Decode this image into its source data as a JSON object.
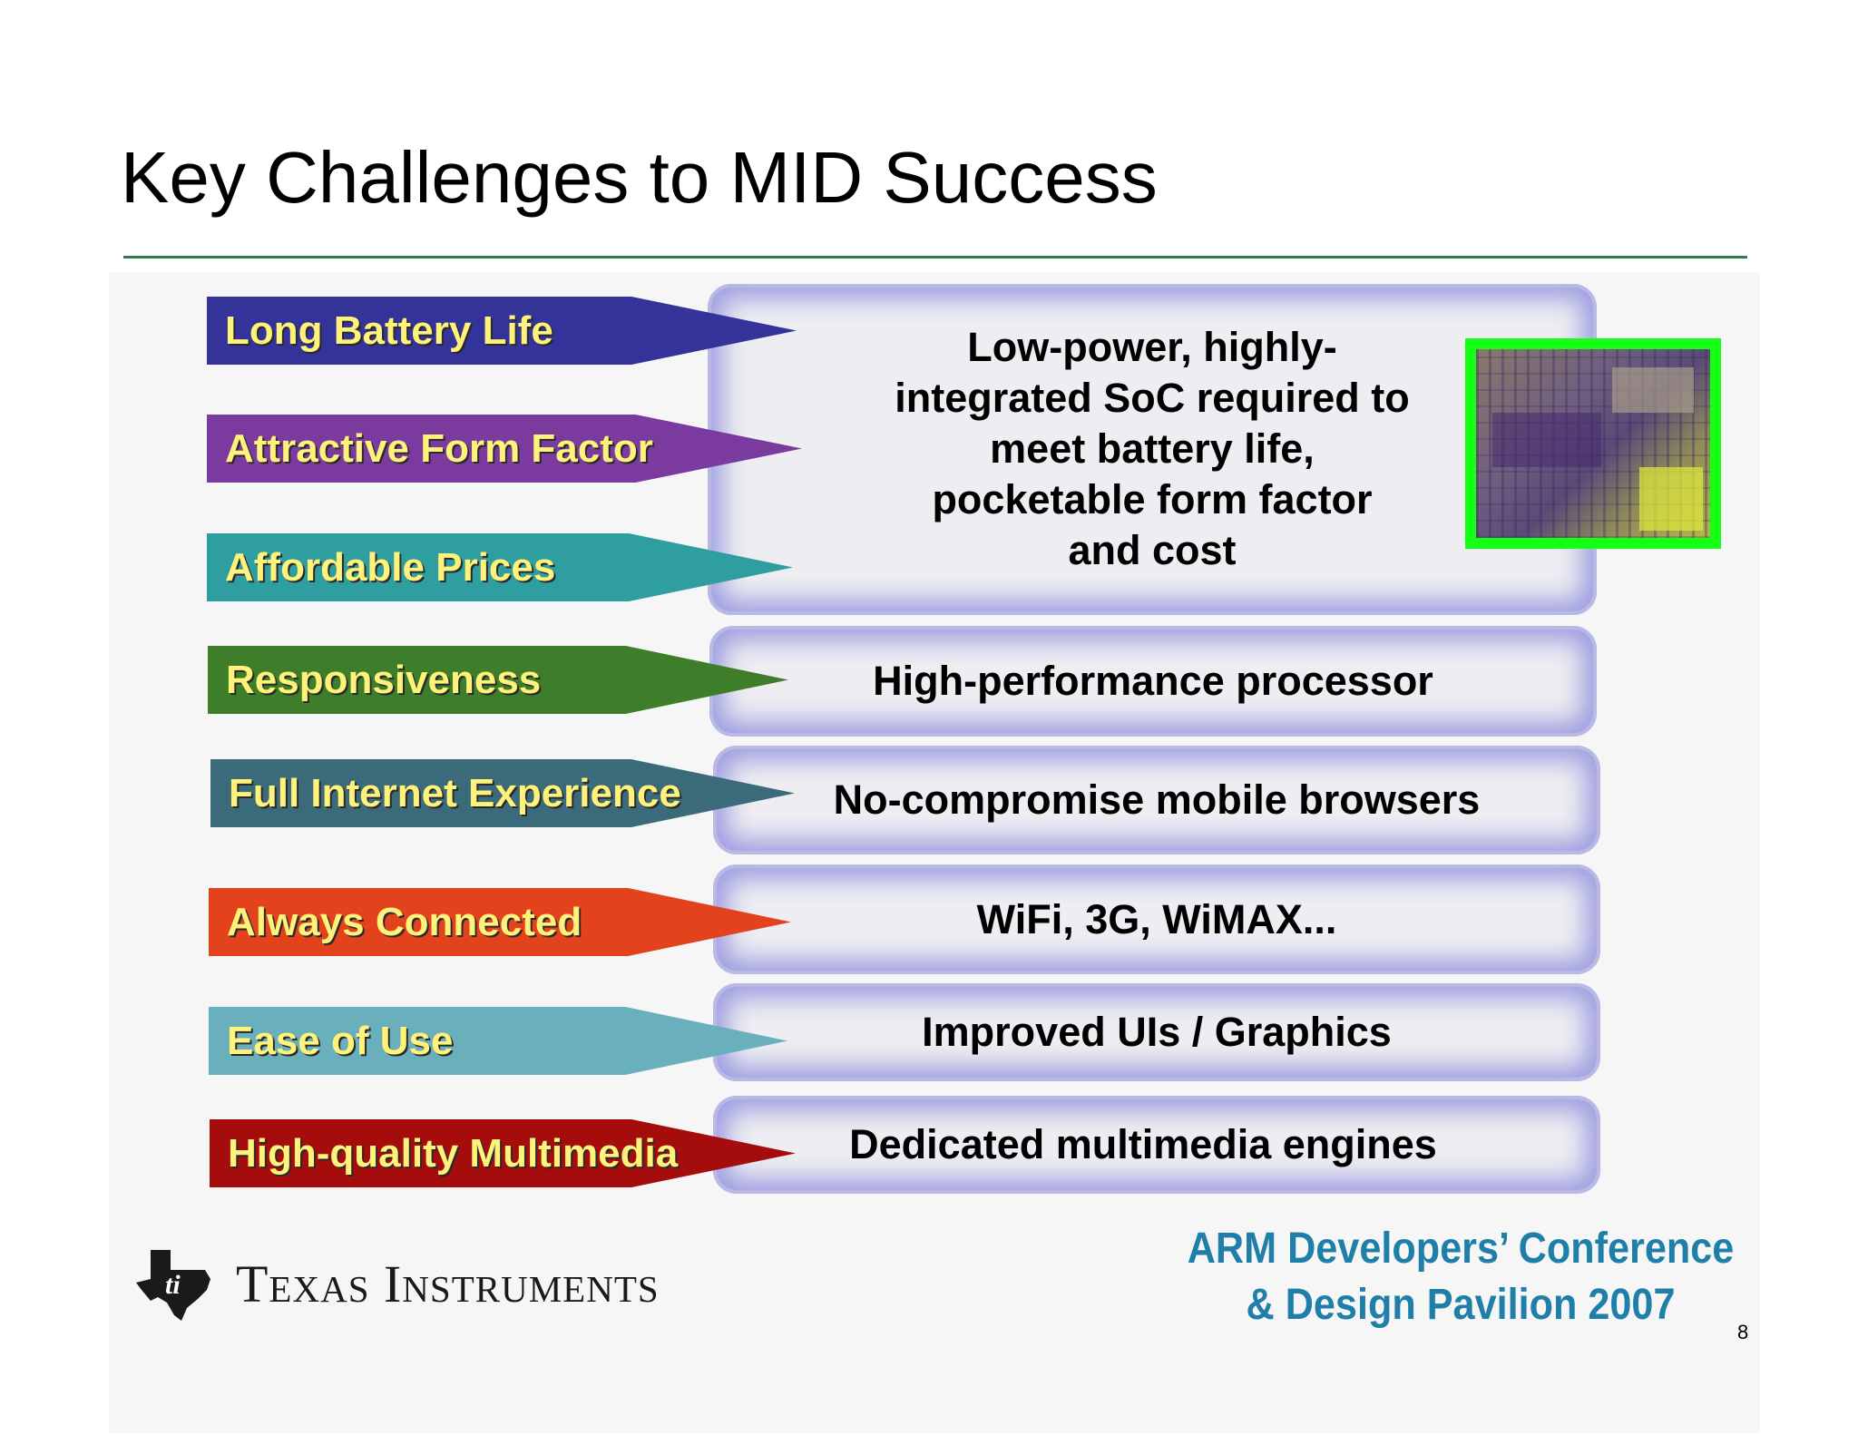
{
  "slide": {
    "title": "Key Challenges to MID Success",
    "page_number": "8"
  },
  "challenges": [
    {
      "label": "Long Battery Life",
      "color": "#33339a"
    },
    {
      "label": "Attractive Form Factor",
      "color": "#7a3a9e"
    },
    {
      "label": "Affordable Prices",
      "color": "#2e9ea0"
    },
    {
      "label": "Responsiveness",
      "color": "#3e7e2a"
    },
    {
      "label": "Full Internet Experience",
      "color": "#3b6a7a"
    },
    {
      "label": "Always Connected",
      "color": "#e2421c"
    },
    {
      "label": "Ease of Use",
      "color": "#6ab0bc"
    },
    {
      "label": "High-quality Multimedia",
      "color": "#a50c0c"
    }
  ],
  "solutions": {
    "soc_lines": [
      "Low-power, highly-",
      "integrated SoC required to",
      "meet battery life,",
      "pocketable form factor",
      "and cost"
    ],
    "processor": "High-performance processor",
    "browsers": "No-compromise mobile browsers",
    "connectivity": "WiFi, 3G, WiMAX...",
    "ui": "Improved UIs / Graphics",
    "multimedia": "Dedicated multimedia engines"
  },
  "chip_image": {
    "frame_color": "#13ff13",
    "icon": "soc-die-photo"
  },
  "footer": {
    "company": "Texas Instruments",
    "company_icon": "ti-texas-logo-icon",
    "conference_line1": "ARM Developers’ Conference",
    "conference_line2": "& Design Pavilion 2007",
    "conference_color": "#1f7fa8"
  }
}
